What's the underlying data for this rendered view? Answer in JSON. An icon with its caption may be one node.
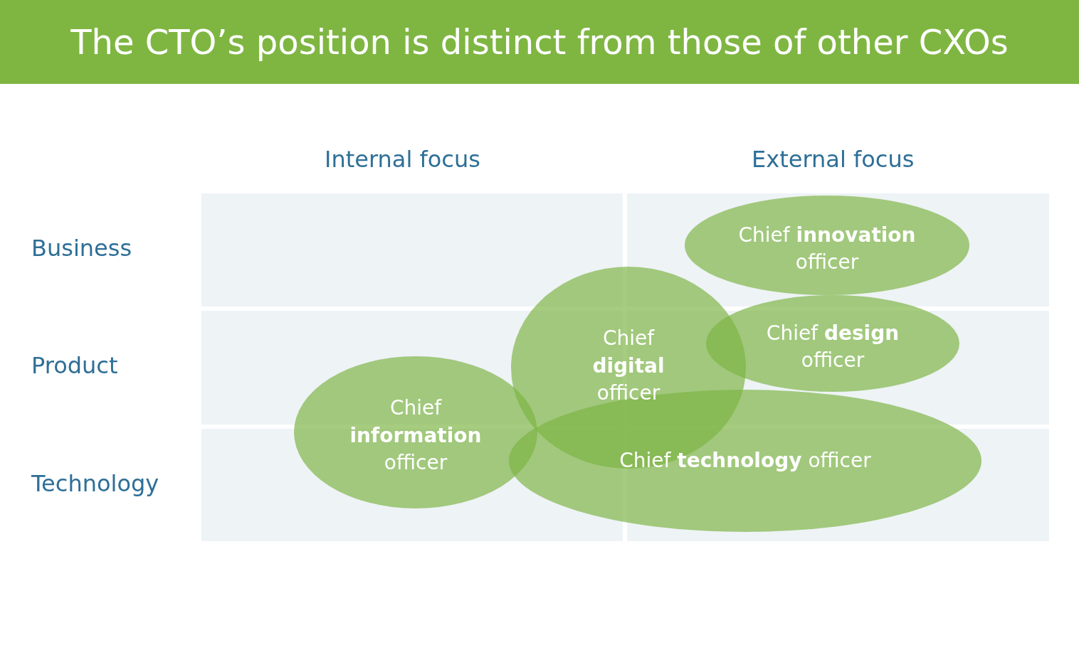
{
  "diagram": {
    "title": "The CTO’s position is distinct from those of other CXOs",
    "nodes": [
      {
        "text": [
          "Chief **innovation** officer"
        ]
      },
      {
        "text": [
          "Chief **digital** officer"
        ]
      },
      {
        "text": [
          "Chief **design** officer"
        ]
      },
      {
        "text": [
          "Chief **information** officer"
        ]
      },
      {
        "text": [
          "Chief **technology** officer"
        ]
      }
    ],
    "edges": [],
    "labels": [
      "Internal focus",
      "External focus",
      "Business",
      "Product",
      "Technology"
    ]
  }
}
